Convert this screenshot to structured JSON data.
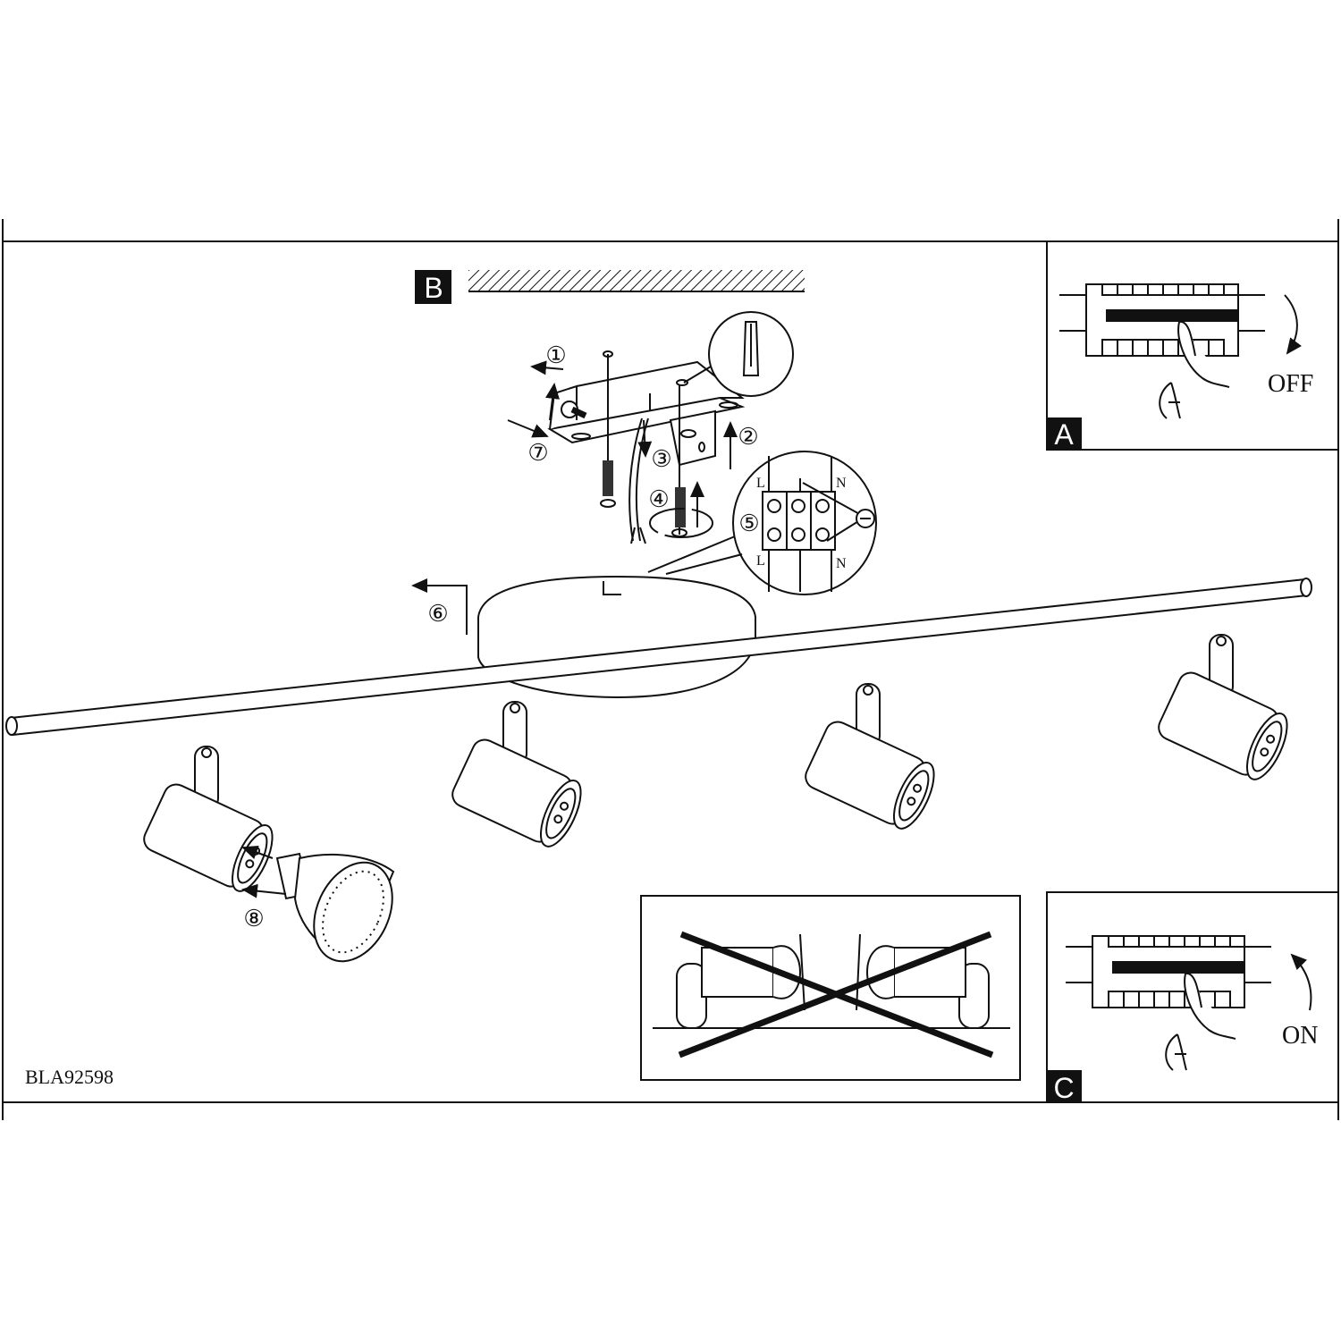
{
  "panels": {
    "a": {
      "label": "A",
      "state_text": "OFF"
    },
    "b": {
      "label": "B"
    },
    "c": {
      "label": "C",
      "state_text": "ON"
    }
  },
  "steps": [
    "①",
    "②",
    "③",
    "④",
    "⑤",
    "⑥",
    "⑦",
    "⑧"
  ],
  "terminal": {
    "top_left": "L",
    "top_right": "N",
    "bottom_left": "L",
    "bottom_right": "N"
  },
  "model_code": "BLA92598",
  "colors": {
    "ink": "#111111",
    "paper": "#ffffff"
  }
}
